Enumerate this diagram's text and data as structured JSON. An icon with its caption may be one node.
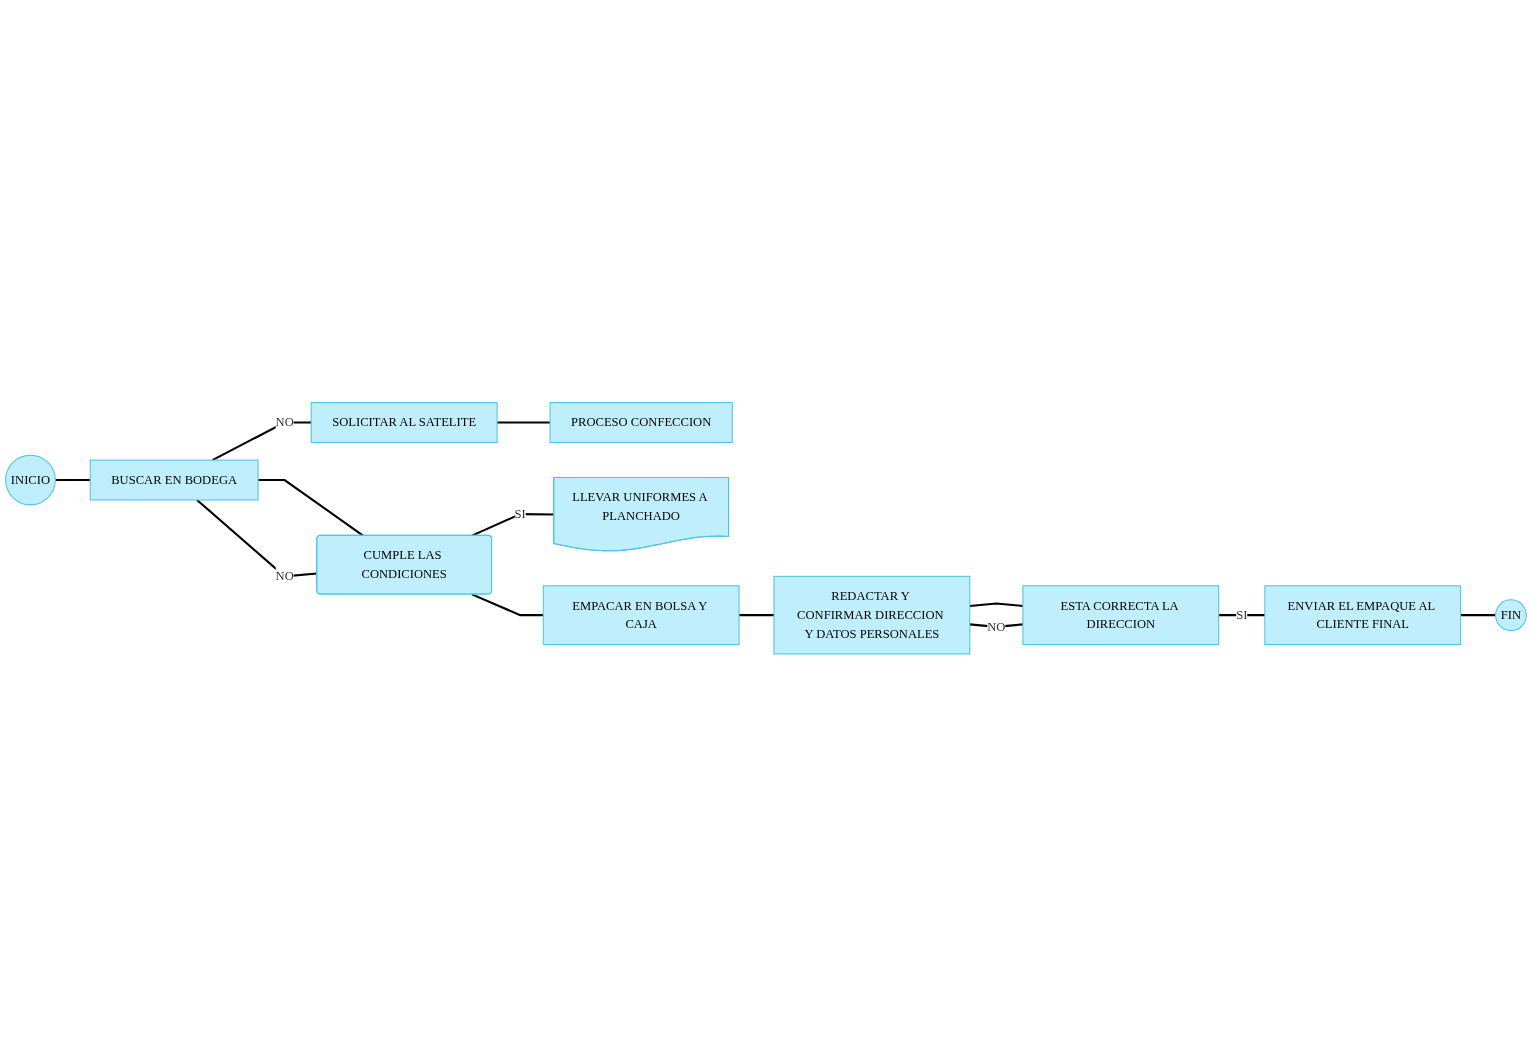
{
  "diagram": {
    "nodes": [
      {
        "text": [
          "INICIO"
        ]
      },
      {
        "text": [
          "BUSCAR EN BODEGA"
        ]
      },
      {
        "text": [
          "SOLICITAR AL SATELITE"
        ]
      },
      {
        "text": [
          "PROCESO CONFECCION"
        ]
      },
      {
        "text": [
          "CUMPLE LAS CONDICIONES"
        ]
      },
      {
        "text": [
          "LLEVAR UNIFORMES A PLANCHADO"
        ]
      },
      {
        "text": [
          "EMPACAR EN BOLSA Y CAJA"
        ]
      },
      {
        "text": [
          "REDACTAR Y CONFIRMAR DIRECCION Y DATOS PERSONALES"
        ]
      },
      {
        "text": [
          "ESTA CORRECTA LA DIRECCION"
        ]
      },
      {
        "text": [
          "FIN"
        ]
      },
      {
        "text": [
          "ENVIAR EL EMPAQUE AL CLIENTE FINAL"
        ]
      }
    ],
    "edges": [
      {
        "from": 0,
        "to": 1,
        "arrow": "none"
      },
      {
        "from": 1,
        "to": 2,
        "label": "NO",
        "arrow": "none"
      },
      {
        "from": 2,
        "to": 3,
        "arrow": "none"
      },
      {
        "from": 1,
        "to": 4,
        "arrow": "none"
      },
      {
        "from": 4,
        "to": 1,
        "label": "NO",
        "arrow": "none"
      },
      {
        "from": 4,
        "to": 5,
        "label": "SI",
        "arrow": "none"
      },
      {
        "from": 4,
        "to": 6,
        "arrow": "none"
      },
      {
        "from": 6,
        "to": 7,
        "arrow": "none"
      },
      {
        "from": 7,
        "to": 8,
        "arrow": "none"
      },
      {
        "from": 8,
        "to": 7,
        "label": "NO",
        "arrow": "none"
      },
      {
        "from": 8,
        "to": 10,
        "label": "SI",
        "arrow": "none"
      },
      {
        "from": 10,
        "to": 9,
        "arrow": "none"
      }
    ]
  }
}
